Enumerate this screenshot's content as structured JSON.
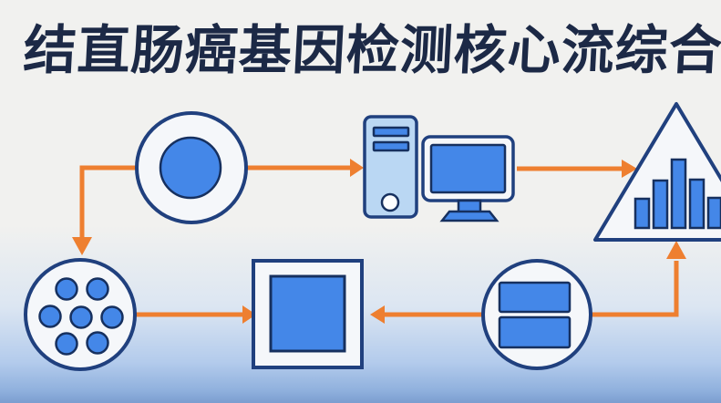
{
  "title": "结直肠癌基因检测核心流综合图",
  "colors": {
    "outline": "#20407e",
    "outline_dark": "#16305f",
    "fill_blue": "#4487e8",
    "fill_light_blue": "#bad7f3",
    "node_fill": "#f5f7fa",
    "arrow_orange": "#ee7f30",
    "title_color": "#1c2946",
    "bg_top": "#f1f1ef",
    "bg_bottom": "#8fb0dd"
  },
  "diagram": {
    "nodes": [
      {
        "id": "cell-circle",
        "icon": "cell-circle-icon"
      },
      {
        "id": "desktop-computer",
        "icon": "desktop-computer-icon"
      },
      {
        "id": "triangle-bar-chart",
        "icon": "triangle-bar-chart-icon"
      },
      {
        "id": "dotted-circle-plate",
        "icon": "dotted-circle-icon"
      },
      {
        "id": "nested-square",
        "icon": "nested-square-icon"
      },
      {
        "id": "stacked-rectangles",
        "icon": "stacked-rectangles-icon"
      }
    ],
    "edges": [
      {
        "from": "cell-circle",
        "to": "dotted-circle-plate"
      },
      {
        "from": "cell-circle",
        "to": "desktop-computer"
      },
      {
        "from": "desktop-computer",
        "to": "triangle-bar-chart"
      },
      {
        "from": "dotted-circle-plate",
        "to": "nested-square"
      },
      {
        "from": "stacked-rectangles",
        "to": "nested-square"
      },
      {
        "from": "stacked-rectangles",
        "to": "triangle-bar-chart"
      }
    ],
    "bar_heights": [
      32,
      52,
      75,
      53,
      33
    ]
  }
}
